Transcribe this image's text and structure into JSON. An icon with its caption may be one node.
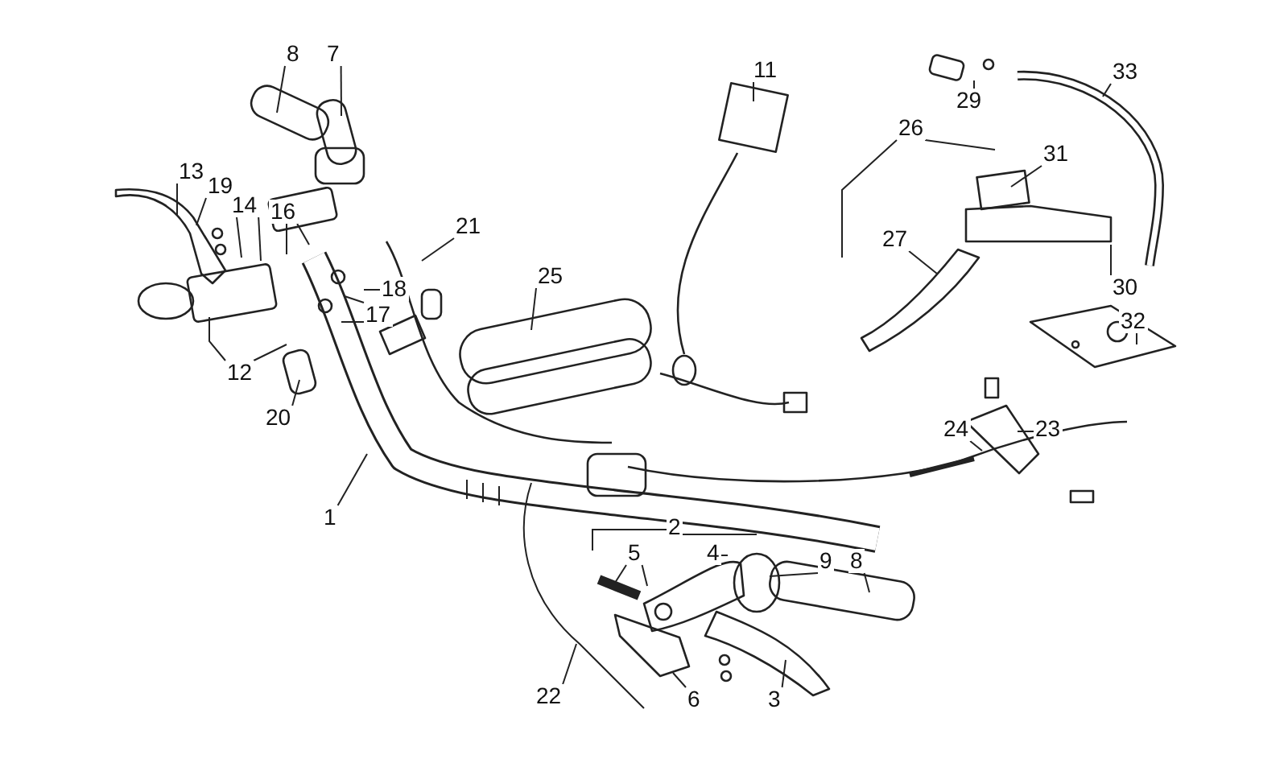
{
  "diagram": {
    "nodes": [
      {
        "text": [
          "8"
        ]
      },
      {
        "text": [
          "7"
        ]
      },
      {
        "text": [
          "11"
        ]
      },
      {
        "text": [
          "33"
        ]
      },
      {
        "text": [
          "29"
        ]
      },
      {
        "text": [
          "13"
        ]
      },
      {
        "text": [
          "19"
        ]
      },
      {
        "text": [
          "14"
        ]
      },
      {
        "text": [
          "16"
        ]
      },
      {
        "text": [
          "21"
        ]
      },
      {
        "text": [
          "31"
        ]
      },
      {
        "text": [
          "27"
        ]
      },
      {
        "text": [
          "18"
        ]
      },
      {
        "text": [
          "17"
        ]
      },
      {
        "text": [
          "25"
        ]
      },
      {
        "text": [
          "30"
        ]
      },
      {
        "text": [
          "32"
        ]
      },
      {
        "text": [
          "20"
        ]
      },
      {
        "text": [
          "24"
        ]
      },
      {
        "text": [
          "23"
        ]
      },
      {
        "text": [
          "1"
        ]
      },
      {
        "text": [
          "5"
        ]
      },
      {
        "text": [
          "4"
        ]
      },
      {
        "text": [
          "9"
        ]
      },
      {
        "text": [
          "8"
        ]
      },
      {
        "text": [
          "22"
        ]
      },
      {
        "text": [
          "6"
        ]
      },
      {
        "text": [
          "3"
        ]
      },
      {
        "text": [
          "26"
        ]
      },
      {
        "text": [
          "12"
        ]
      },
      {
        "text": [
          "2"
        ]
      }
    ],
    "edges": [
      {
        "from": 0,
        "to": null,
        "arrow": "none"
      },
      {
        "from": 1,
        "to": null,
        "arrow": "none"
      },
      {
        "from": 2,
        "to": null,
        "arrow": "none"
      },
      {
        "from": 3,
        "to": null,
        "arrow": "none"
      },
      {
        "from": 4,
        "to": null,
        "arrow": "none"
      },
      {
        "from": 5,
        "to": null,
        "arrow": "none"
      },
      {
        "from": 6,
        "to": null,
        "arrow": "none"
      },
      {
        "from": 6,
        "to": null,
        "arrow": "none"
      },
      {
        "from": 7,
        "to": null,
        "arrow": "none"
      },
      {
        "from": 8,
        "to": null,
        "arrow": "none"
      },
      {
        "from": 8,
        "to": null,
        "arrow": "none"
      },
      {
        "from": 9,
        "to": null,
        "arrow": "none"
      },
      {
        "from": 10,
        "to": null,
        "arrow": "none"
      },
      {
        "from": 11,
        "to": null,
        "arrow": "none"
      },
      {
        "from": 12,
        "to": null,
        "arrow": "none"
      },
      {
        "from": 13,
        "to": null,
        "arrow": "none"
      },
      {
        "from": 13,
        "to": null,
        "arrow": "none"
      },
      {
        "from": 14,
        "to": null,
        "arrow": "none"
      },
      {
        "from": 15,
        "to": null,
        "arrow": "none"
      },
      {
        "from": 16,
        "to": null,
        "arrow": "none"
      },
      {
        "from": 17,
        "to": null,
        "arrow": "none"
      },
      {
        "from": 18,
        "to": null,
        "arrow": "none"
      },
      {
        "from": 19,
        "to": null,
        "arrow": "none"
      },
      {
        "from": 20,
        "to": null,
        "arrow": "none"
      },
      {
        "from": 21,
        "to": null,
        "arrow": "none"
      },
      {
        "from": 21,
        "to": null,
        "arrow": "none"
      },
      {
        "from": 22,
        "to": null,
        "arrow": "none"
      },
      {
        "from": 23,
        "to": null,
        "arrow": "none"
      },
      {
        "from": 24,
        "to": null,
        "arrow": "none"
      },
      {
        "from": 25,
        "to": null,
        "arrow": "none"
      },
      {
        "from": 26,
        "to": null,
        "arrow": "none"
      },
      {
        "from": 27,
        "to": null,
        "arrow": "none"
      },
      {
        "from": 28,
        "to": null,
        "arrow": "none"
      },
      {
        "from": 28,
        "to": null,
        "arrow": "none"
      },
      {
        "from": 29,
        "to": null,
        "arrow": "none"
      },
      {
        "from": 29,
        "to": null,
        "arrow": "none"
      },
      {
        "from": 30,
        "to": null,
        "arrow": "none"
      },
      {
        "from": 30,
        "to": null,
        "arrow": "none"
      }
    ]
  }
}
